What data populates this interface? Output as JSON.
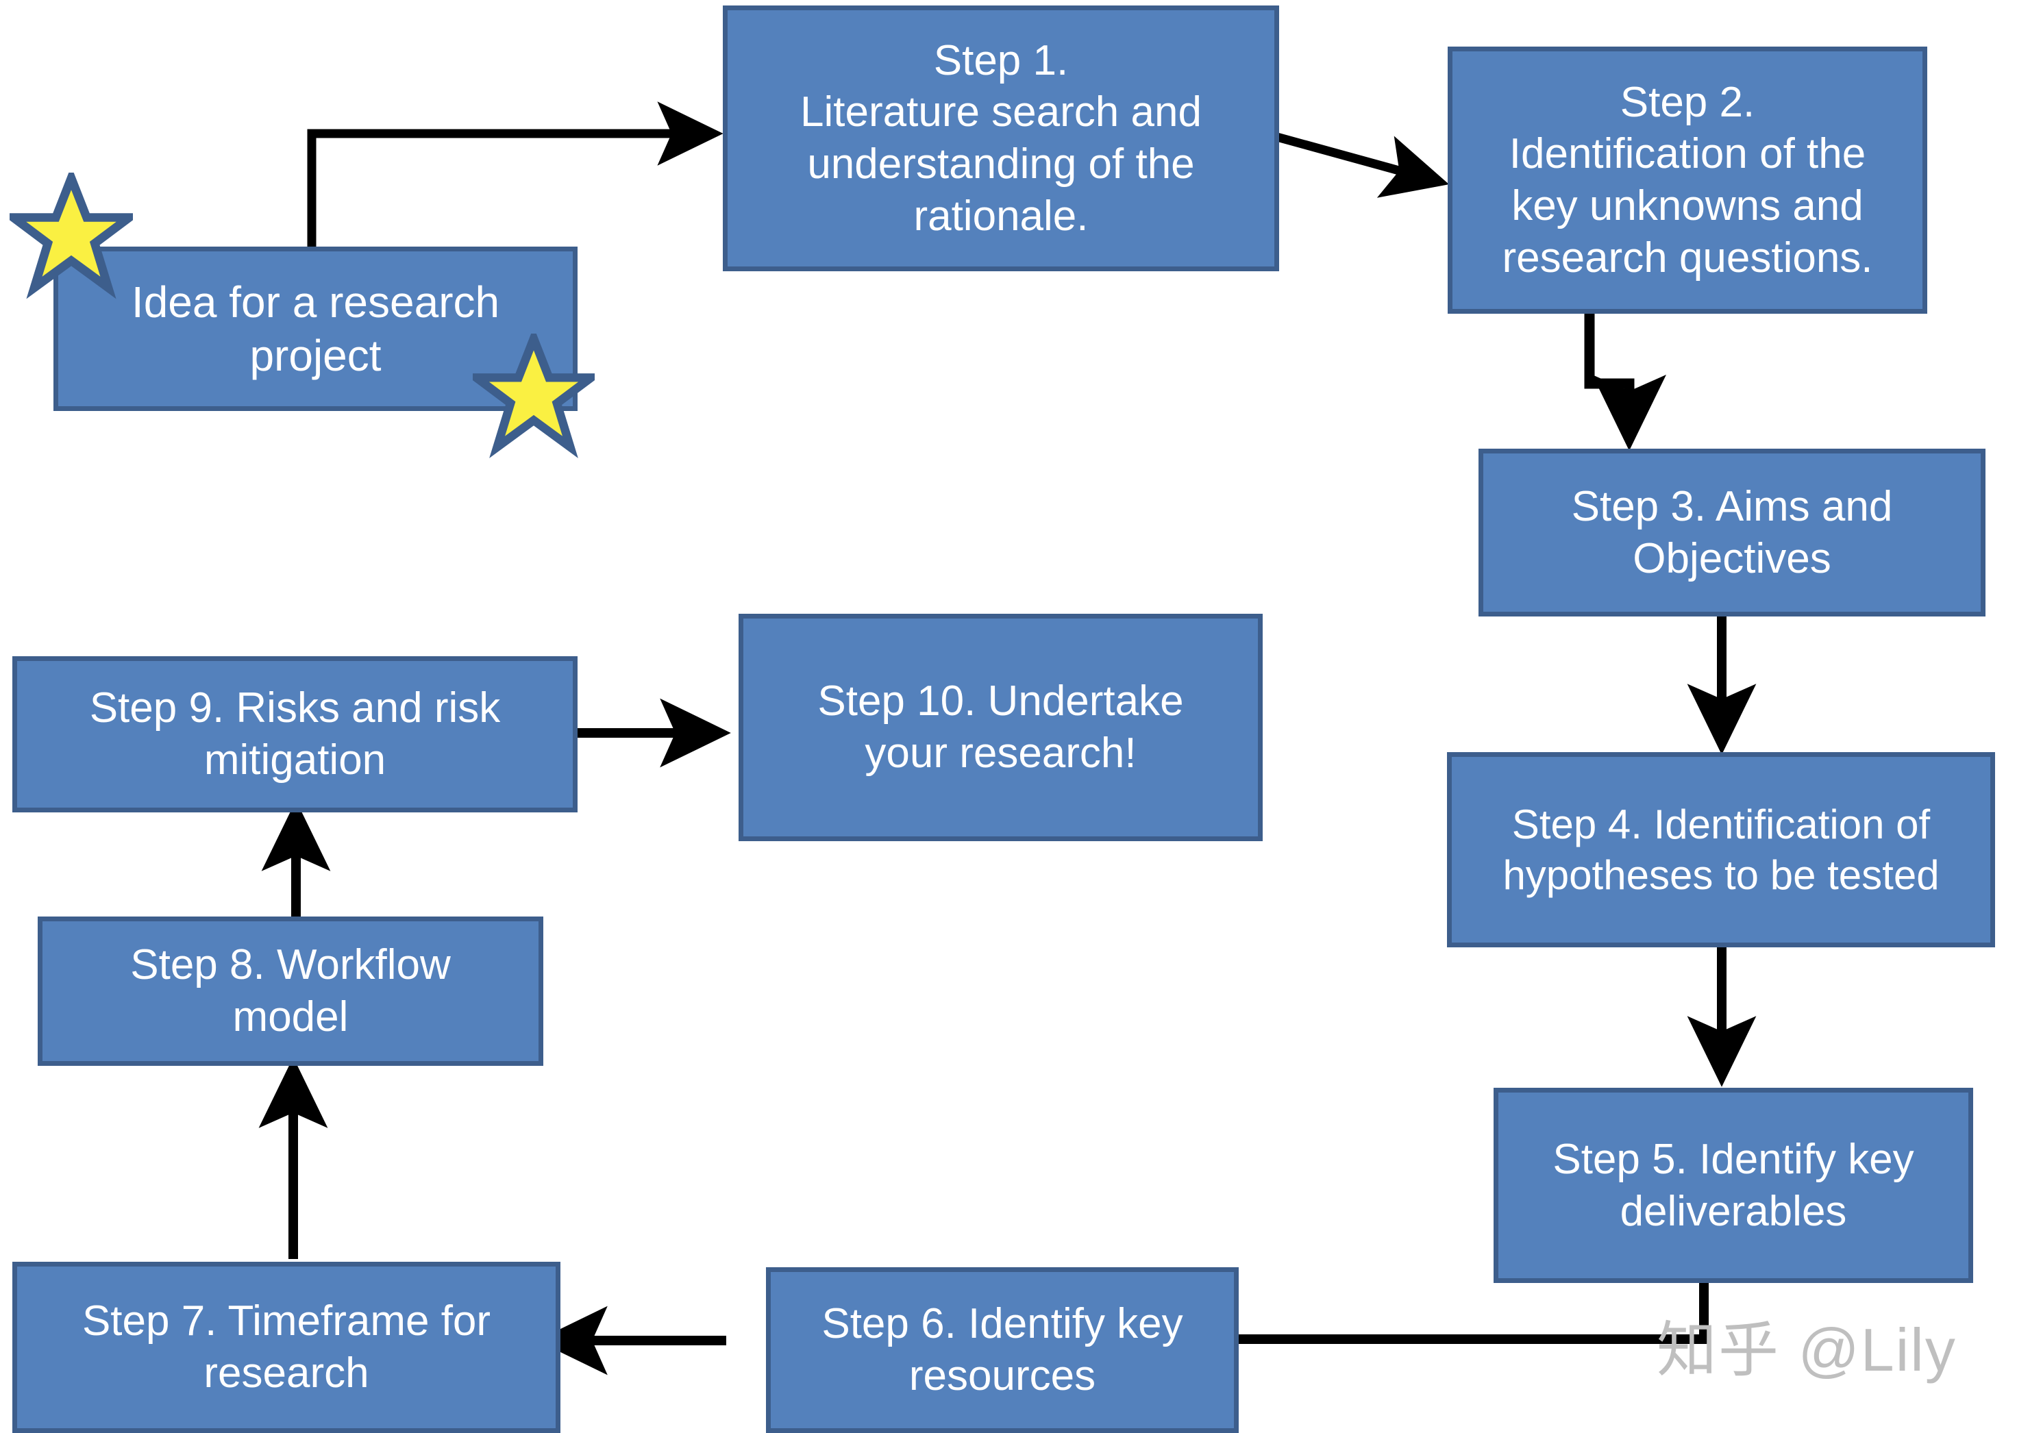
{
  "diagram": {
    "title": "Ten-step research project planning flowchart",
    "colors": {
      "node_fill": "#5481BC",
      "node_border": "#3D5E8C",
      "node_text": "#FFFFFF",
      "connector": "#000000",
      "star_fill": "#FAF042",
      "star_outline": "#3D5E8C",
      "watermark": "#BFBFBF",
      "background": "#FFFFFF"
    },
    "nodes": [
      {
        "id": "idea",
        "label": "Idea for a research\nproject"
      },
      {
        "id": "step1",
        "label": "Step 1.\nLiterature search and\nunderstanding of the\nrationale."
      },
      {
        "id": "step2",
        "label": "Step 2.\nIdentification of the\nkey unknowns and\nresearch questions."
      },
      {
        "id": "step3",
        "label": "Step 3. Aims and\nObjectives"
      },
      {
        "id": "step4",
        "label": "Step 4. Identification of\nhypotheses to be tested"
      },
      {
        "id": "step5",
        "label": "Step 5. Identify key\ndeliverables"
      },
      {
        "id": "step6",
        "label": "Step 6. Identify key\nresources"
      },
      {
        "id": "step7",
        "label": "Step 7. Timeframe for\nresearch"
      },
      {
        "id": "step8",
        "label": "Step 8. Workflow\nmodel"
      },
      {
        "id": "step9",
        "label": "Step 9.  Risks and risk\nmitigation"
      },
      {
        "id": "step10",
        "label": "Step 10. Undertake\nyour research!"
      }
    ],
    "edges": [
      {
        "from": "idea",
        "to": "step1",
        "style": "elbow-up-right"
      },
      {
        "from": "step1",
        "to": "step2",
        "style": "diagonal-down-right"
      },
      {
        "from": "step2",
        "to": "step3",
        "style": "zigzag-down"
      },
      {
        "from": "step3",
        "to": "step4",
        "style": "straight-down"
      },
      {
        "from": "step4",
        "to": "step5",
        "style": "straight-down"
      },
      {
        "from": "step5",
        "to": "step6",
        "style": "elbow-down-left"
      },
      {
        "from": "step6",
        "to": "step7",
        "style": "straight-left"
      },
      {
        "from": "step7",
        "to": "step8",
        "style": "straight-up"
      },
      {
        "from": "step8",
        "to": "step9",
        "style": "straight-up"
      },
      {
        "from": "step9",
        "to": "step10",
        "style": "straight-right"
      }
    ],
    "decorations": [
      {
        "id": "star-1",
        "name": "star-top-left"
      },
      {
        "id": "star-2",
        "name": "star-idea-corner"
      }
    ],
    "watermark": {
      "text": "知乎 @Lily"
    }
  }
}
